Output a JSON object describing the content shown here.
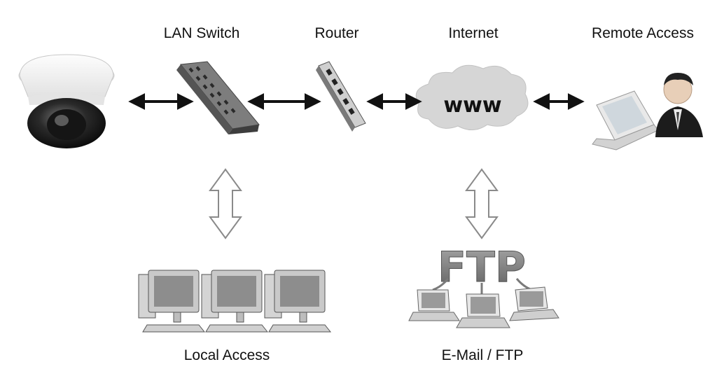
{
  "labels": {
    "lan_switch": "LAN Switch",
    "router": "Router",
    "internet": "Internet",
    "remote_access": "Remote Access",
    "local_access": "Local Access",
    "email_ftp": "E-Mail / FTP"
  },
  "cloud_text": "www",
  "ftp_sign": "FTP",
  "colors": {
    "line": "#111111",
    "hollow_arrow_stroke": "#8a8a8a",
    "cloud": "#d6d6d6",
    "device_grey": "#9a9a9a"
  },
  "icons": [
    "dome-camera-icon",
    "lan-switch-icon",
    "router-icon",
    "internet-cloud-icon",
    "remote-user-laptop-icon",
    "local-computers-icon",
    "ftp-laptops-icon"
  ]
}
